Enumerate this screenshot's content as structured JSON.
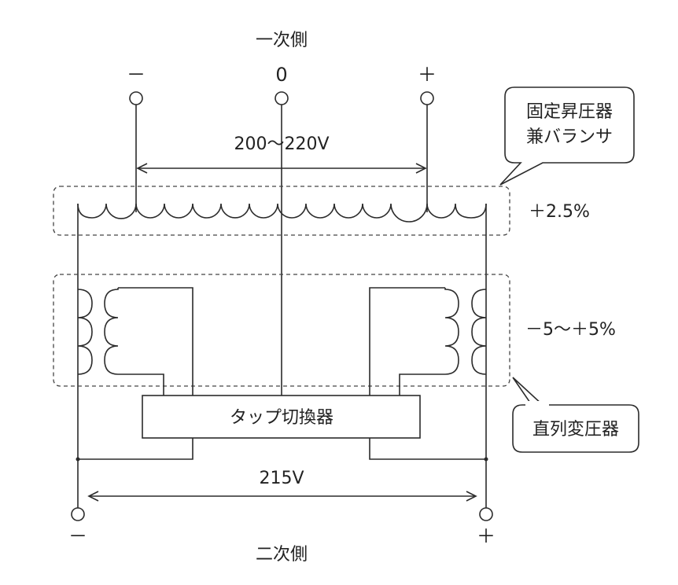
{
  "primary": {
    "title": "一次側",
    "minus": "－",
    "zero": "0",
    "plus": "＋",
    "voltage": "200〜220V"
  },
  "secondary": {
    "title": "二次側",
    "minus": "－",
    "plus": "＋",
    "voltage": "215V"
  },
  "booster": {
    "callout_line1": "固定昇圧器",
    "callout_line2": "兼バランサ",
    "range": "＋2.5%"
  },
  "series": {
    "callout": "直列変圧器",
    "range": "－5〜＋5%"
  },
  "tap_changer": {
    "label": "タップ切換器"
  }
}
